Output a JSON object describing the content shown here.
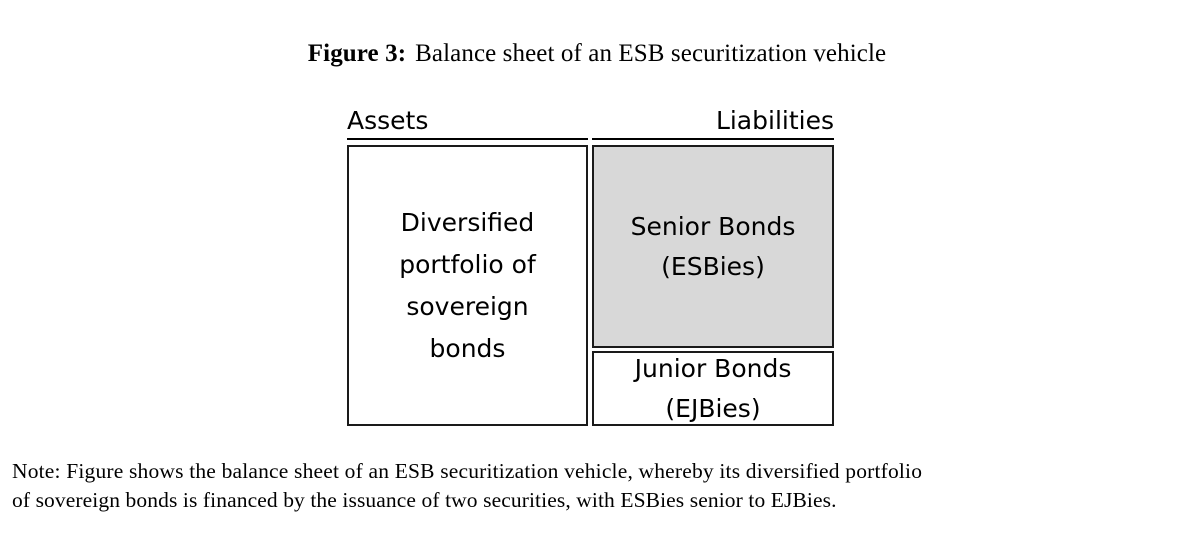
{
  "figure": {
    "number_label": "Figure 3:",
    "caption": "Balance sheet of an ESB securitization vehicle"
  },
  "diagram": {
    "type": "balance-sheet",
    "columns": {
      "assets_header": "Assets",
      "liabilities_header": "Liabilities"
    },
    "assets": {
      "label_lines": [
        "Diversified",
        "portfolio of",
        "sovereign",
        "bonds"
      ],
      "fill_color": "#ffffff",
      "border_color": "#1a1a1a"
    },
    "liabilities": [
      {
        "name": "senior-bonds",
        "label_lines": [
          "Senior Bonds",
          "(ESBies)"
        ],
        "fill_color": "#d8d8d8",
        "border_color": "#1a1a1a"
      },
      {
        "name": "junior-bonds",
        "label_lines": [
          "Junior Bonds",
          "(EJBies)"
        ],
        "fill_color": "#ffffff",
        "border_color": "#1a1a1a"
      }
    ]
  },
  "note": {
    "line1": "Note: Figure shows the balance sheet of an ESB securitization vehicle, whereby its diversified portfolio",
    "line2": "of sovereign bonds is financed by the issuance of two securities, with ESBies senior to EJBies."
  }
}
